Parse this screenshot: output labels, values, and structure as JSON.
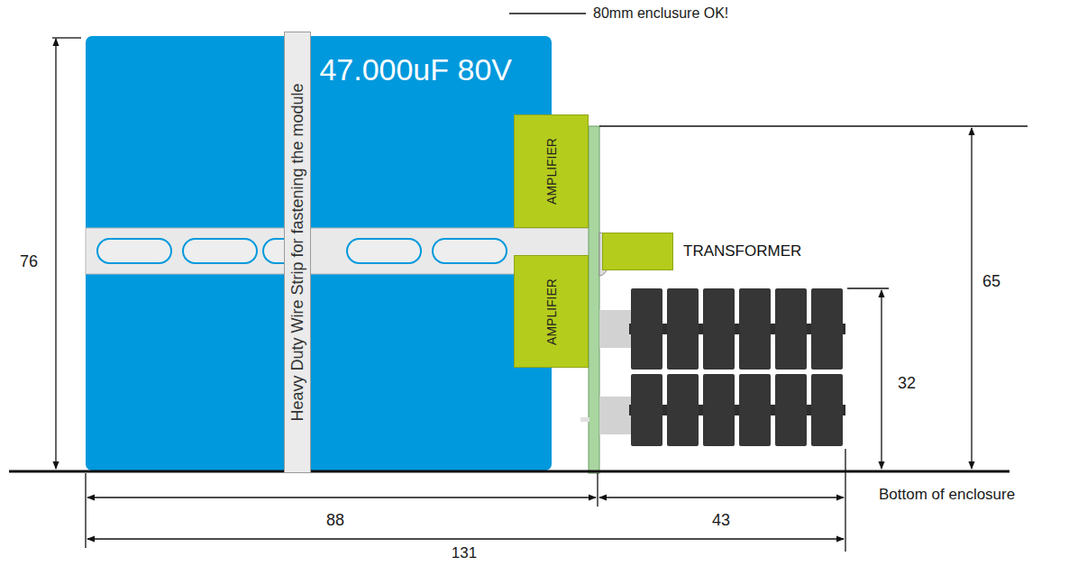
{
  "diagram": {
    "nodes": [
      {
        "text": [
          "47.000uF 80V"
        ]
      },
      {
        "text": [
          "Heavy Duty Wire Strip for fastening the module"
        ],
        "in": 0
      },
      {
        "text": [
          "AMPLIFIER"
        ]
      },
      {
        "text": [
          "AMPLIFIER"
        ]
      },
      {
        "text": [
          "TRANSFORMER"
        ]
      }
    ],
    "labels": [
      "80mm enclusure OK!",
      "76",
      "65",
      "32",
      "88",
      "43",
      "131",
      "Bottom of enclosure"
    ]
  }
}
